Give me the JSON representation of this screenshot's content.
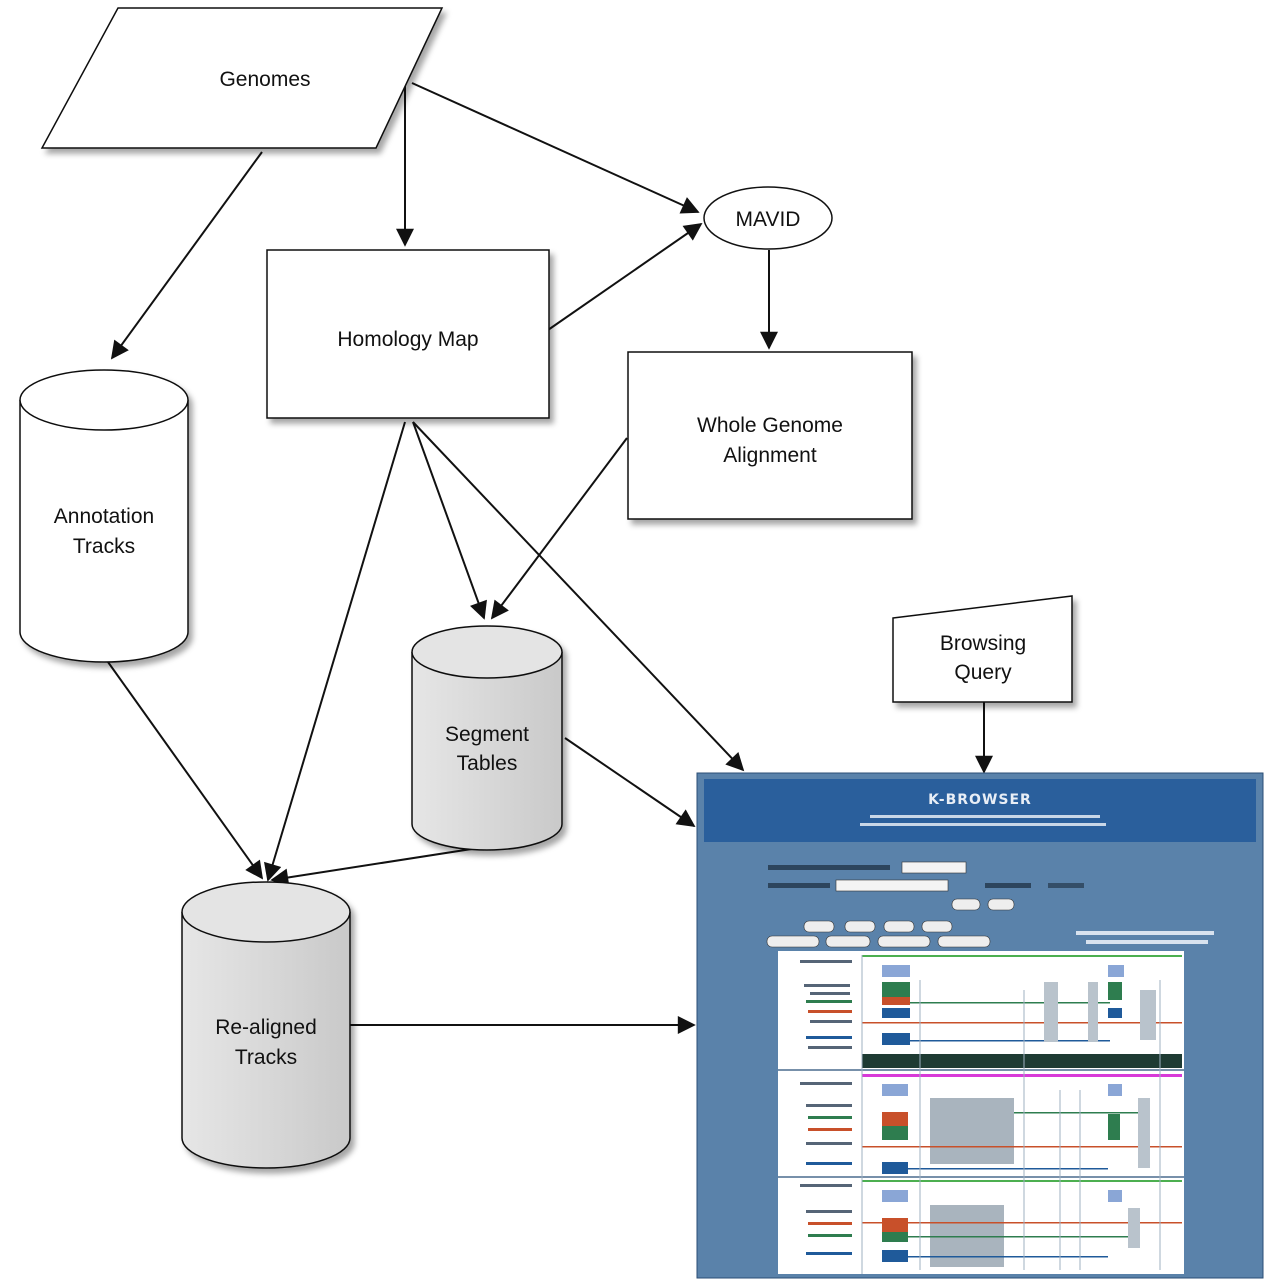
{
  "nodes": {
    "genomes": {
      "label": "Genomes"
    },
    "mavid": {
      "label": "MAVID"
    },
    "homology_map": {
      "label": "Homology Map"
    },
    "whole_genome_alignment": {
      "lines": [
        "Whole Genome",
        "Alignment"
      ]
    },
    "annotation_tracks": {
      "lines": [
        "Annotation",
        "Tracks"
      ]
    },
    "segment_tables": {
      "lines": [
        "Segment",
        "Tables"
      ]
    },
    "browsing_query": {
      "lines": [
        "Browsing",
        "Query"
      ]
    },
    "realigned_tracks": {
      "lines": [
        "Re-aligned",
        "Tracks"
      ]
    }
  },
  "browser": {
    "title": "K-BROWSER",
    "colors": {
      "frame": "#5a82aa",
      "header": "#2a5f9c",
      "panel": "#ffffff"
    }
  }
}
